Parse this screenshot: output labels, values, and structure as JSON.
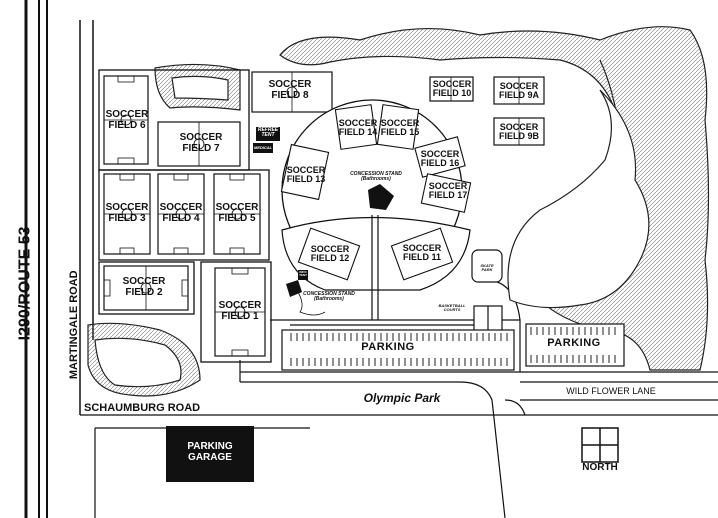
{
  "fields": {
    "f6": "SOCCER\nFIELD 6",
    "f7": "SOCCER\nFIELD 7",
    "f3": "SOCCER\nFIELD 3",
    "f4": "SOCCER\nFIELD 4",
    "f5": "SOCCER\nFIELD 5",
    "f2": "SOCCER\nFIELD 2",
    "f1": "SOCCER\nFIELD 1",
    "f8": "SOCCER\nFIELD 8",
    "f14": "SOCCER\nFIELD 14",
    "f15": "SOCCER\nFIELD 15",
    "f16": "SOCCER\nFIELD 16",
    "f13": "SOCCER\nFIELD 13",
    "f17": "SOCCER\nFIELD 17",
    "f12": "SOCCER\nFIELD 12",
    "f11": "SOCCER\nFIELD 11",
    "f10": "SOCCER\nFIELD 10",
    "f9a": "SOCCER\nFIELD 9A",
    "f9b": "SOCCER\nFIELD 9B"
  },
  "facilities": {
    "referee_tent": "REFREE\nTENT",
    "medical": "MEDICAL",
    "concession_top": "CONCESSION STAND\n(Bathrooms)",
    "concession_bottom": "CONCESSION STAND\n(Bathrooms)",
    "info_tent": "INFO\nTENT",
    "skate_park": "SKATE\nPARK",
    "basketball": "BASKETBALL\nCOURTS",
    "parking_main": "PARKING",
    "parking_east": "PARKING",
    "parking_garage": "PARKING\nGARAGE"
  },
  "roads": {
    "route": "I290/ROUTE 53",
    "martingale": "MARTINGALE ROAD",
    "schaumburg": "SCHAUMBURG ROAD",
    "wildflower": "WILD FLOWER LANE",
    "park_name": "Olympic Park"
  },
  "compass": {
    "label": "NORTH"
  }
}
